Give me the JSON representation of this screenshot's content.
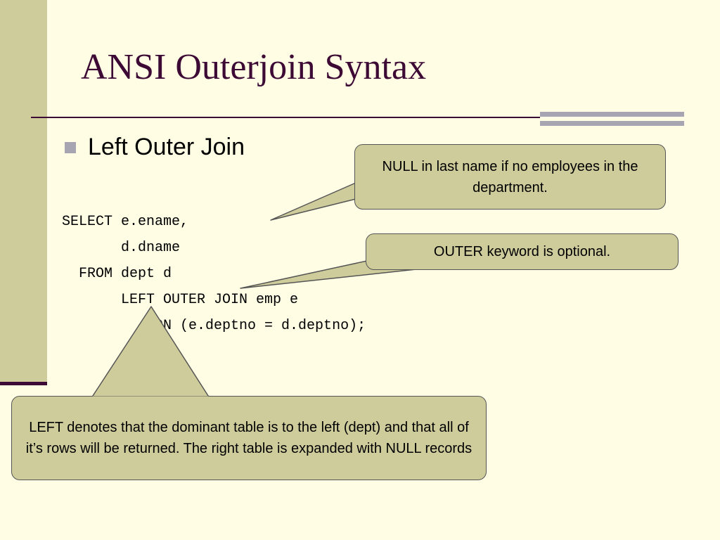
{
  "slide": {
    "title": "ANSI Outerjoin Syntax",
    "bullet": "Left Outer Join",
    "code_lines": [
      "SELECT e.ename,",
      "       d.dname",
      "  FROM dept d",
      "       LEFT OUTER JOIN emp e",
      "           ON (e.deptno = d.deptno);"
    ],
    "callouts": {
      "null_lastname": "NULL in last name if no employees in the department.",
      "outer_optional": "OUTER keyword is optional.",
      "left_denotes": "LEFT denotes that the dominant table is to the left (dept) and that all of it’s rows will be returned.  The right table is expanded with NULL records"
    },
    "colors": {
      "background": "#fffde3",
      "band": "#cfcc9c",
      "title": "#3d0a35",
      "callout_fill": "#cfcc9c",
      "accent_gray": "#a7a5b1"
    }
  }
}
